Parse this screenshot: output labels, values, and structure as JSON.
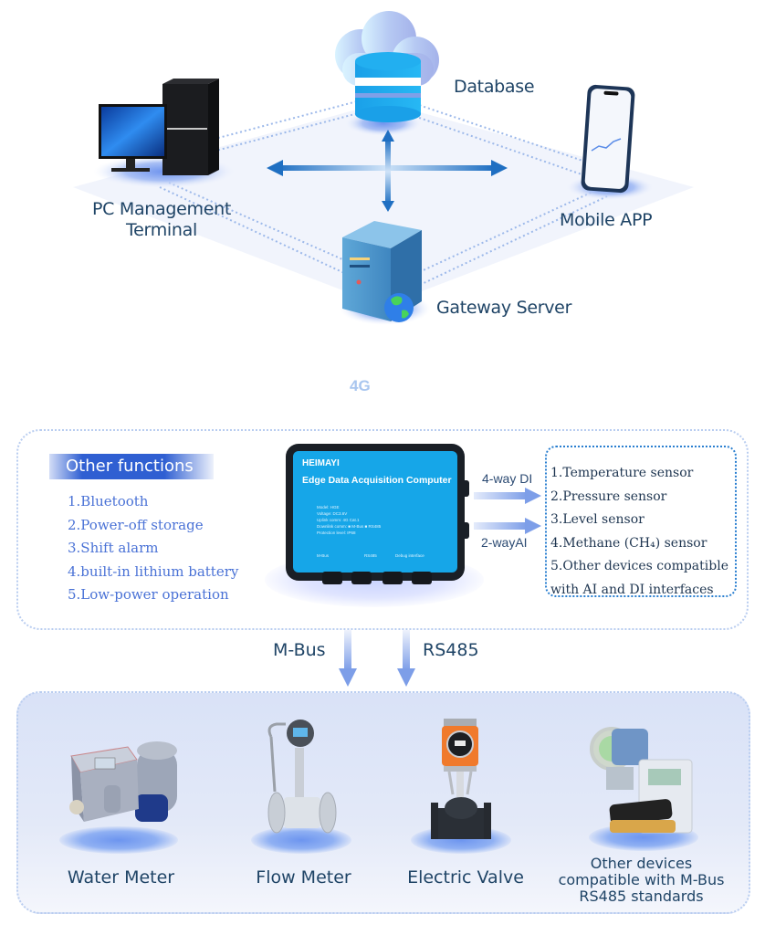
{
  "network": {
    "database": {
      "label": "Database",
      "icon": "database-cloud-icon"
    },
    "pc": {
      "label_line1": "PC Management",
      "label_line2": "Terminal",
      "icon": "desktop-computer-icon"
    },
    "mobile": {
      "label": "Mobile APP",
      "icon": "smartphone-icon"
    },
    "gateway": {
      "label": "Gateway Server",
      "icon": "server-globe-icon"
    },
    "link": {
      "label": "4G",
      "icon": "antenna-icon"
    }
  },
  "edge": {
    "other_functions_title": "Other functions",
    "other_functions": [
      "1.Bluetooth",
      "2.Power-off storage",
      "3.Shift alarm",
      "4.built-in lithium battery",
      "5.Low-power operation"
    ],
    "device": {
      "brand": "HEIMAYI",
      "title": "Edge Data Acquisition Computer",
      "specs": [
        "Model:  HGE",
        "Voltage:  DC3.6V",
        "Uplink comm:  4G  Cat.1",
        "Downlink comm:  ■ M-Bus  ■ RS485",
        "Protection level:  IP68"
      ],
      "ports": [
        "M-Bus",
        "RS485",
        "Debug interface"
      ]
    },
    "inputs": [
      {
        "label": "4-way DI"
      },
      {
        "label": "2-wayAI"
      }
    ],
    "sensors": [
      "1.Temperature sensor",
      "2.Pressure sensor",
      "3.Level sensor",
      "4.Methane (CH₄) sensor",
      "5.Other devices compatible",
      "with AI and DI interfaces"
    ]
  },
  "buses": [
    {
      "label": "M-Bus"
    },
    {
      "label": "RS485"
    }
  ],
  "field_devices": [
    {
      "label": "Water Meter",
      "icon": "water-meter-icon"
    },
    {
      "label": "Flow Meter",
      "icon": "flow-meter-icon"
    },
    {
      "label": "Electric Valve",
      "icon": "electric-valve-icon"
    },
    {
      "label_lines": [
        "Other devices",
        "compatible with M-Bus",
        "RS485 standards"
      ],
      "icon": "other-devices-icon"
    }
  ],
  "colors": {
    "accent": "#2f5fd2",
    "arrow_blue": "#1e6fc0",
    "device_face": "#16a6e8",
    "panel_border": "#b9cdf0",
    "sensor_border": "#2a7fd0",
    "func_text": "#4a72d6"
  }
}
